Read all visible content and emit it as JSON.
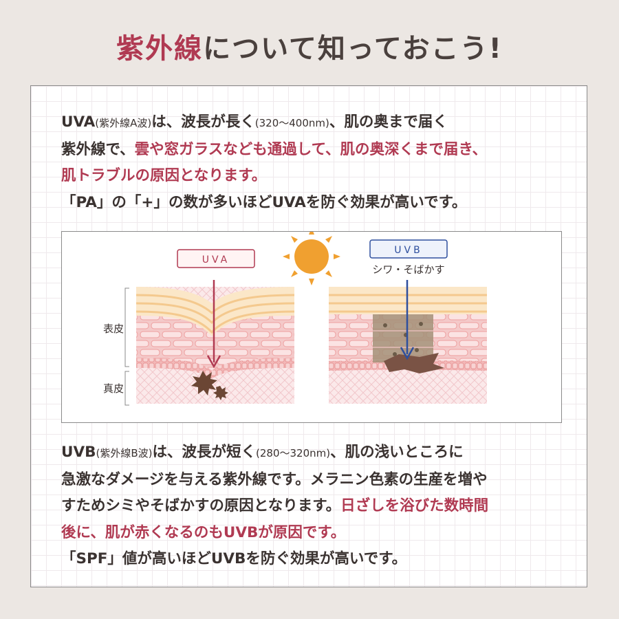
{
  "title": {
    "accent": "紫外線",
    "rest": "について知っておこう!"
  },
  "uva_text": {
    "l1_a": "UVA",
    "l1_b": "(紫外線A波)",
    "l1_c": "は、波長が長く",
    "l1_d": "(320〜400nm)",
    "l1_e": "、肌の奥まで届く",
    "l2_a": "紫外線で、",
    "l2_red": "雲や窓ガラスなども通過して、肌の奥深くまで届き、",
    "l3_red": "肌トラブルの原因となります。",
    "l4": "「PA」の「+」の数が多いほどUVAを防ぐ効果が高いです。"
  },
  "diagram": {
    "uva_label": "UVA",
    "uvb_label": "UVB",
    "uvb_caption": "シワ・そばかす",
    "epidermis": "表皮",
    "dermis": "真皮",
    "colors": {
      "uva": "#b03a52",
      "uvb": "#2e4f9e",
      "sun": "#f0a030"
    },
    "icons": [
      "sun-icon",
      "uva-arrow-icon",
      "uvb-arrow-icon",
      "wrinkle-spot-icon"
    ]
  },
  "uvb_text": {
    "l1_a": "UVB",
    "l1_b": "(紫外線B波)",
    "l1_c": "は、波長が短く",
    "l1_d": "(280〜320nm)",
    "l1_e": "、肌の浅いところに",
    "l2": "急激なダメージを与える紫外線です。メラニン色素の生産を増や",
    "l3_a": "すためシミやそばかすの原因となります。",
    "l3_red": "日ざしを浴びた数時間",
    "l4_red": "後に、肌が赤くなるのもUVBが原因です。",
    "l5": "「SPF」値が高いほどUVBを防ぐ効果が高いです。"
  }
}
